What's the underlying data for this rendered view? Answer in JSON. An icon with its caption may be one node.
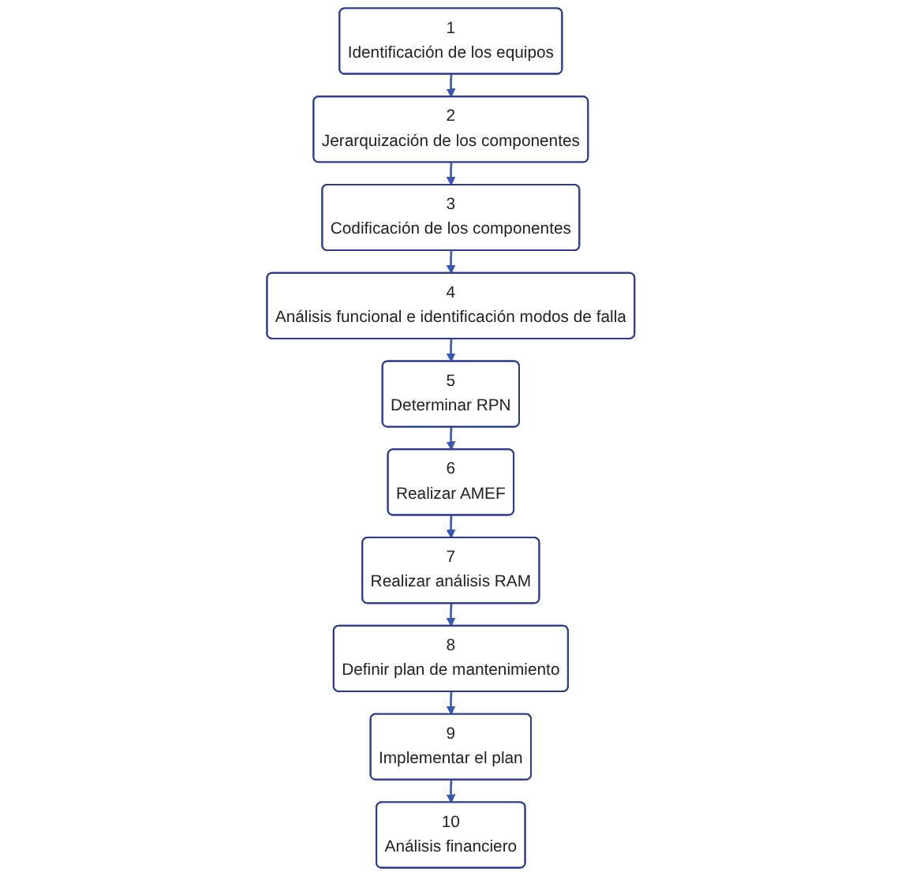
{
  "diagram": {
    "nodes": [
      {
        "text": [
          "1",
          "Identificación de los equipos"
        ]
      },
      {
        "text": [
          "2",
          "Jerarquización de los componentes"
        ]
      },
      {
        "text": [
          "3",
          "Codificación de los componentes"
        ]
      },
      {
        "text": [
          "4",
          "Análisis funcional e identificación modos de falla"
        ]
      },
      {
        "text": [
          "5",
          "Determinar RPN"
        ]
      },
      {
        "text": [
          "6",
          "Realizar AMEF"
        ]
      },
      {
        "text": [
          "7",
          "Realizar análisis RAM"
        ]
      },
      {
        "text": [
          "8",
          "Definir plan de mantenimiento"
        ]
      },
      {
        "text": [
          "9",
          "Implementar el plan"
        ]
      },
      {
        "text": [
          "10",
          "Análisis financiero"
        ]
      }
    ],
    "edges": [
      {
        "from": 0,
        "to": 1,
        "arrow": "to"
      },
      {
        "from": 1,
        "to": 2,
        "arrow": "to"
      },
      {
        "from": 2,
        "to": 3,
        "arrow": "to"
      },
      {
        "from": 3,
        "to": 4,
        "arrow": "to"
      },
      {
        "from": 4,
        "to": 5,
        "arrow": "to"
      },
      {
        "from": 5,
        "to": 6,
        "arrow": "to"
      },
      {
        "from": 6,
        "to": 7,
        "arrow": "to"
      },
      {
        "from": 7,
        "to": 8,
        "arrow": "to"
      },
      {
        "from": 8,
        "to": 9,
        "arrow": "to"
      }
    ]
  }
}
